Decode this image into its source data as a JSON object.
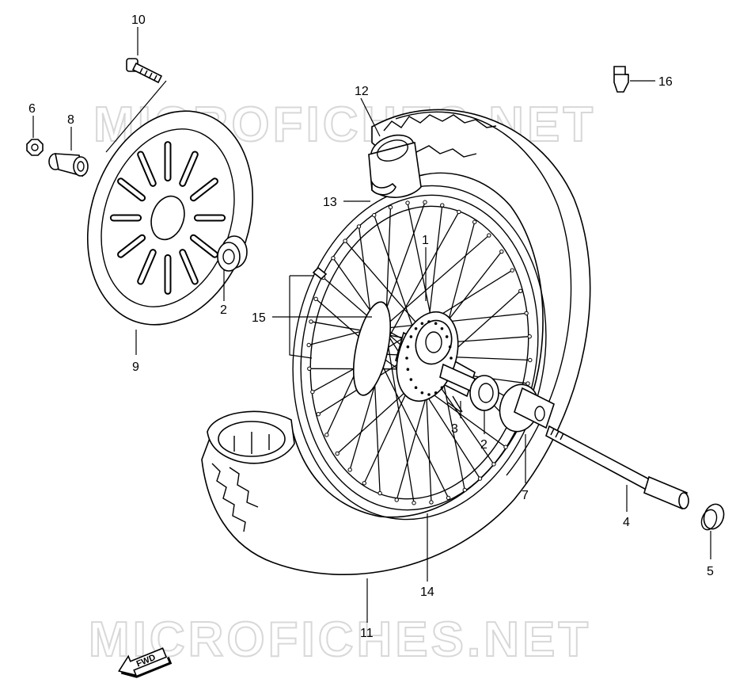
{
  "watermarks": [
    "MICROFICHES.NET",
    "MICROFICHES.NET"
  ],
  "direction_label": "FWD",
  "callouts": [
    {
      "id": "10",
      "label": "10"
    },
    {
      "id": "6",
      "label": "6"
    },
    {
      "id": "8",
      "label": "8"
    },
    {
      "id": "12",
      "label": "12"
    },
    {
      "id": "16",
      "label": "16"
    },
    {
      "id": "13",
      "label": "13"
    },
    {
      "id": "1",
      "label": "1"
    },
    {
      "id": "2a",
      "label": "2"
    },
    {
      "id": "15",
      "label": "15"
    },
    {
      "id": "9",
      "label": "9"
    },
    {
      "id": "3",
      "label": "3"
    },
    {
      "id": "2b",
      "label": "2"
    },
    {
      "id": "7",
      "label": "7"
    },
    {
      "id": "4",
      "label": "4"
    },
    {
      "id": "5",
      "label": "5"
    },
    {
      "id": "14",
      "label": "14"
    },
    {
      "id": "11",
      "label": "11"
    }
  ]
}
